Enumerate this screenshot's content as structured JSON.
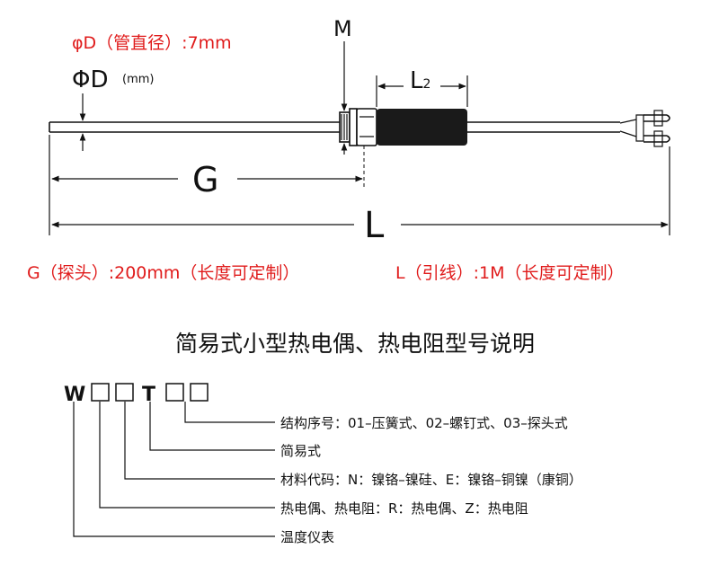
{
  "diagram": {
    "diameter_spec": "φD（管直径）:7mm",
    "diameter_symbol": "ΦD",
    "diameter_unit": "(mm)",
    "label_m": "M",
    "label_l2_main": "L",
    "label_l2_sub": "2",
    "label_g": "G",
    "label_l": "L",
    "length_spec_g": "G（探头）:200mm（长度可定制）",
    "length_spec_l": "L（引线）:1M（长度可定制）"
  },
  "model": {
    "title": "简易式小型热电偶、热电阻型号说明",
    "code_w": "W",
    "code_t": "T",
    "items": [
      "结构序号：01–压簧式、02–螺钉式、03–探头式",
      "简易式",
      "材料代码：N：镍铬–镍硅、E：镍铬–铜镍（康铜）",
      "热电偶、热电阻：R：热电偶、Z：热电阻",
      "温度仪表"
    ]
  },
  "colors": {
    "accent_red": "#e01b1b",
    "ink": "#111111",
    "sleeve": "#1a1a1a"
  }
}
